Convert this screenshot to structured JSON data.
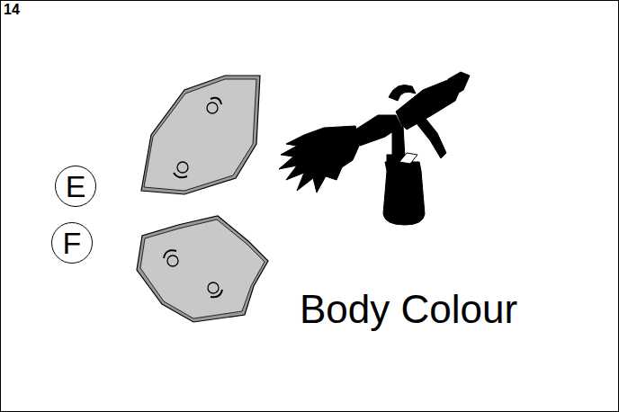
{
  "diagram": {
    "nodes": [
      {
        "text": [
          "E"
        ]
      },
      {
        "text": [
          "F"
        ]
      }
    ],
    "edges": [],
    "labels": [
      "14",
      "Body Colour"
    ]
  }
}
